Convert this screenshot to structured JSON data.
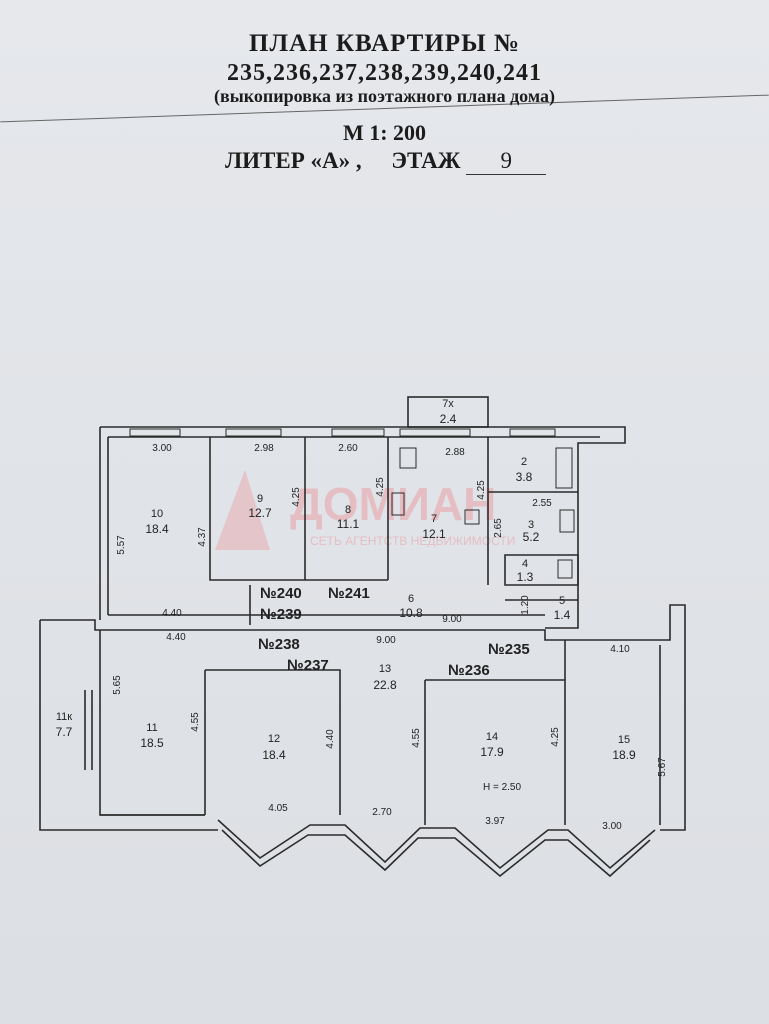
{
  "header": {
    "title": "ПЛАН КВАРТИРЫ №",
    "apartments": "235,236,237,238,239,240,241",
    "subtitle": "(выкопировка из поэтажного плана дома)",
    "scale": "М 1: 200",
    "liter": "ЛИТЕР «А» ,",
    "floor_label": "ЭТАЖ",
    "floor_value": "9"
  },
  "watermark": {
    "name": "ДОМИАН",
    "tagline": "СЕТЬ АГЕНТСТВ НЕДВИЖИМОСТИ"
  },
  "rooms": [
    {
      "num": "7х",
      "area": "2.4"
    },
    {
      "num": "2",
      "area": "3.8"
    },
    {
      "num": "3",
      "area": "5.2"
    },
    {
      "num": "4",
      "area": "1.3"
    },
    {
      "num": "5",
      "area": "1.4"
    },
    {
      "num": "6",
      "area": "10.8"
    },
    {
      "num": "7",
      "area": "12.1"
    },
    {
      "num": "8",
      "area": "11.1"
    },
    {
      "num": "9",
      "area": "12.7"
    },
    {
      "num": "10",
      "area": "18.4"
    },
    {
      "num": "11",
      "area": "18.5"
    },
    {
      "num": "11к",
      "area": "7.7"
    },
    {
      "num": "12",
      "area": "18.4"
    },
    {
      "num": "13",
      "area": "22.8"
    },
    {
      "num": "14",
      "area": "17.9"
    },
    {
      "num": "15",
      "area": "18.9"
    }
  ],
  "apartment_labels": [
    "№240",
    "№241",
    "№239",
    "№238",
    "№237",
    "№236",
    "№235"
  ],
  "dimensions": [
    "3.00",
    "2.98",
    "2.60",
    "2.88",
    "2.55",
    "5.57",
    "4.37",
    "4.25",
    "4.25",
    "4.25",
    "2.65",
    "4.40",
    "9.00",
    "1.20",
    "4.40",
    "9.00",
    "4.10",
    "5.65",
    "4.55",
    "4.40",
    "4.55",
    "4.25",
    "5.67",
    "4.05",
    "2.70",
    "3.97",
    "3.00"
  ],
  "ceiling_height": "H = 2.50"
}
